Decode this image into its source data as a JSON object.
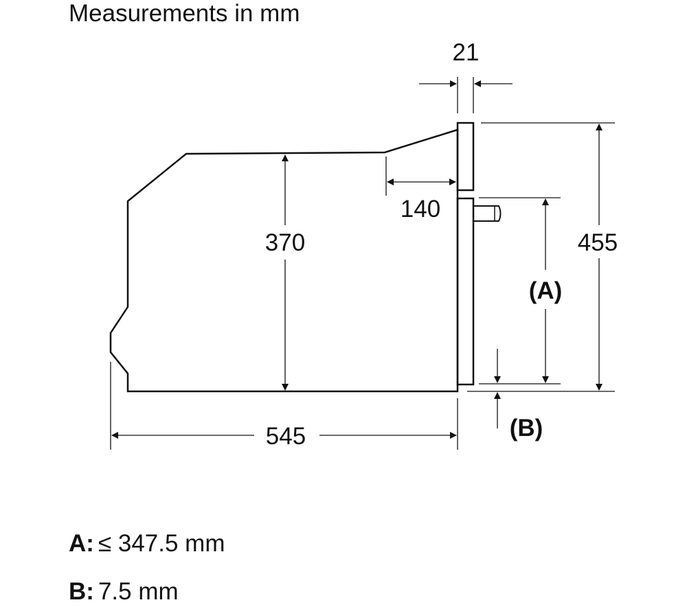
{
  "title": "Measurements in mm",
  "dimensions": {
    "depth_total": "545",
    "height_body": "370",
    "height_total": "455",
    "front_thickness": "21",
    "top_slope_depth": "140",
    "label_a": "(A)",
    "label_b": "(B)"
  },
  "notes": [
    {
      "key": "A:",
      "value": "≤ 347.5 mm"
    },
    {
      "key": "B:",
      "value": "7.5 mm"
    }
  ]
}
